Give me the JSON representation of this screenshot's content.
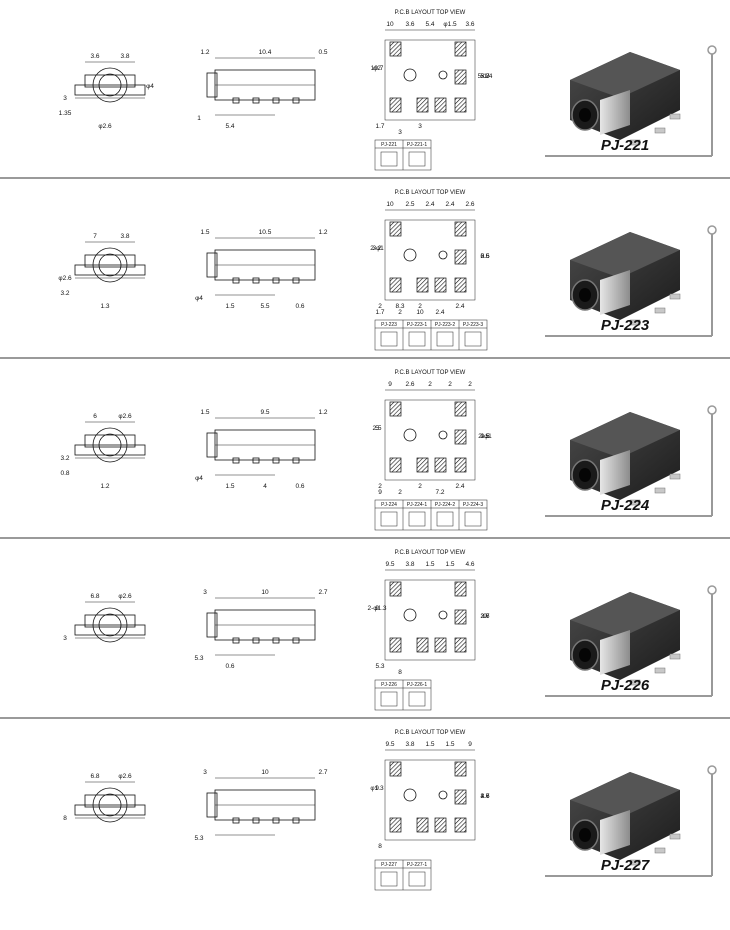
{
  "pcb_header": "P.C.B LAYOUT    TOP VIEW",
  "colors": {
    "line": "#111111",
    "divider": "#9a9a9a",
    "jack_body": "#2b2b2b",
    "jack_metal": "#b9b9b9"
  },
  "rows": [
    {
      "model": "PJ-221",
      "front_dims": [
        "3.6",
        "3.8",
        "3",
        "1.35",
        "φ2.6",
        "φ4"
      ],
      "side_dims": [
        "1.2",
        "10.4",
        "0.5",
        "1",
        "5.4"
      ],
      "pcb_dims": [
        "10",
        "3.6",
        "5.4",
        "φ1.5",
        "3.6",
        "5.7",
        "10.7",
        "3.8",
        "φ2",
        "5-1.4",
        "1.7",
        "3",
        "3"
      ],
      "schematic_labels": [
        "PJ-221",
        "PJ-221-1"
      ]
    },
    {
      "model": "PJ-223",
      "front_dims": [
        "7",
        "3.8",
        "φ2.6",
        "3.2",
        "1.3"
      ],
      "side_dims": [
        "1.5",
        "10.5",
        "1.2",
        "φ4",
        "1.5",
        "5.5",
        "0.6"
      ],
      "pcb_dims": [
        "10",
        "2.5",
        "2.4",
        "2.4",
        "2.6",
        "5.5",
        "2-φ1",
        "2.6",
        "3.2",
        "0.5",
        "2",
        "2",
        "2",
        "2.4",
        "2.4",
        "1.7",
        "8.3",
        "10"
      ],
      "schematic_labels": [
        "PJ-223",
        "PJ-223-1",
        "PJ-223-2",
        "PJ-223-3"
      ]
    },
    {
      "model": "PJ-224",
      "front_dims": [
        "6",
        "φ2.6",
        "3.2",
        "0.8",
        "1.2"
      ],
      "side_dims": [
        "1.5",
        "9.5",
        "1.2",
        "φ4",
        "1.5",
        "4",
        "0.6"
      ],
      "pcb_dims": [
        "9",
        "2.6",
        "2",
        "2",
        "2",
        "1.5",
        "5",
        "2-φ1",
        "2.5",
        "0.5",
        "2",
        "2",
        "2",
        "7.2",
        "2.4",
        "9"
      ],
      "schematic_labels": [
        "PJ-224",
        "PJ-224-1",
        "PJ-224-2",
        "PJ-224-3"
      ]
    },
    {
      "model": "PJ-226",
      "front_dims": [
        "6.8",
        "φ2.6",
        "3"
      ],
      "side_dims": [
        "3",
        "10",
        "2.7",
        "5.3",
        "0.6"
      ],
      "pcb_dims": [
        "9.5",
        "3.8",
        "1.5",
        "1.5",
        "4.6",
        "9",
        "2-φ1.3",
        "3.6",
        "9",
        "2.7",
        "5.3",
        "8"
      ],
      "schematic_labels": [
        "PJ-226",
        "PJ-226-1"
      ]
    },
    {
      "model": "PJ-227",
      "front_dims": [
        "6.8",
        "φ2.6",
        "8"
      ],
      "side_dims": [
        "3",
        "10",
        "2.7",
        "5.3"
      ],
      "pcb_dims": [
        "9.5",
        "3.8",
        "1.5",
        "1.5",
        "9",
        "4.6",
        "φ1.3",
        "3.6",
        "9",
        "2.7",
        "8"
      ],
      "schematic_labels": [
        "PJ-227",
        "PJ-227-1"
      ]
    }
  ]
}
